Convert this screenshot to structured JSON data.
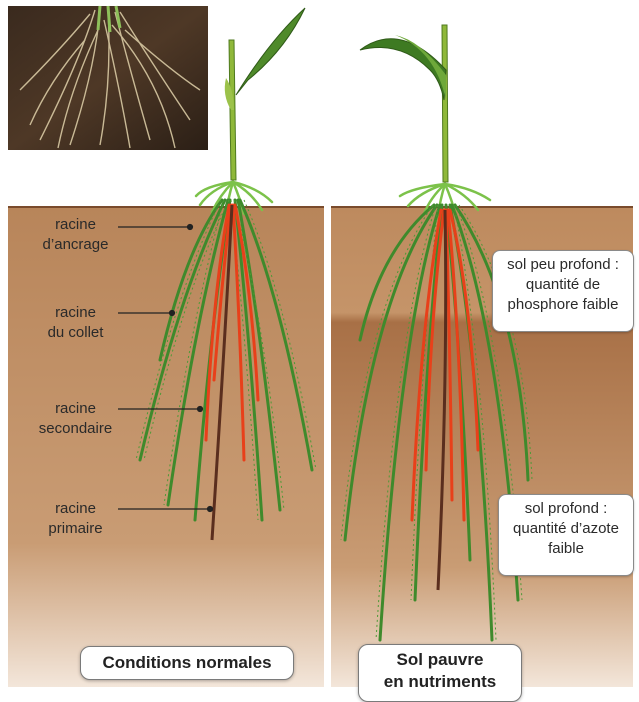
{
  "labels": {
    "ancrage": [
      "racine",
      "d’ancrage"
    ],
    "collet": [
      "racine",
      "du collet"
    ],
    "secondaire": [
      "racine",
      "secondaire"
    ],
    "primaire": [
      "racine",
      "primaire"
    ]
  },
  "annotations": {
    "shallow": [
      "sol peu profond :",
      "quantité de",
      "phosphore faible"
    ],
    "deep": [
      "sol profond :",
      "quantité d’azote",
      "faible"
    ]
  },
  "captions": {
    "normal": "Conditions normales",
    "poor": [
      "Sol pauvre",
      "en nutriments"
    ]
  },
  "colors": {
    "soil": "#b07a4e",
    "soil_deep": "#8f5e3a",
    "root_green": "#3f8a2c",
    "root_red": "#e8401a",
    "root_primary": "#5a2e1e",
    "stem": "#8fb83a"
  }
}
